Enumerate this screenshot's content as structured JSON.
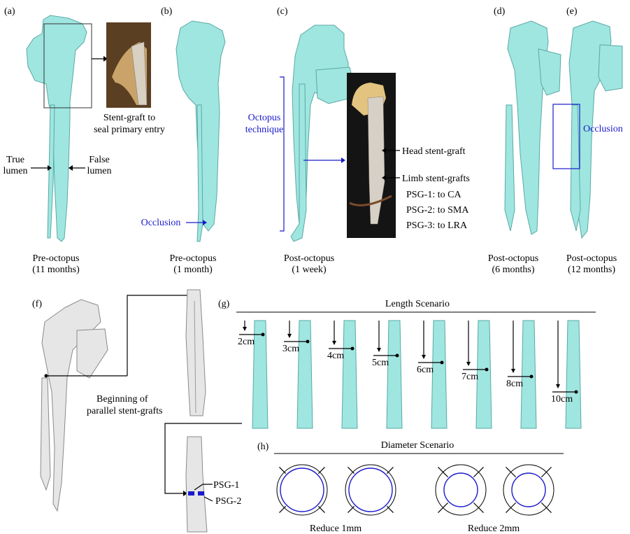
{
  "panels": {
    "a": {
      "label": "(a)",
      "caption_line1": "Pre-octopus",
      "caption_line2": "(11 months)",
      "inset_line1": "Stent-graft to",
      "inset_line2": "seal primary entry",
      "true_lumen_1": "True",
      "true_lumen_2": "lumen",
      "false_lumen_1": "False",
      "false_lumen_2": "lumen"
    },
    "b": {
      "label": "(b)",
      "caption_line1": "Pre-octopus",
      "caption_line2": "(1 month)",
      "occlusion": "Occlusion"
    },
    "c": {
      "label": "(c)",
      "caption_line1": "Post-octopus",
      "caption_line2": "(1 week)",
      "technique_1": "Octopus",
      "technique_2": "technique",
      "head": "Head stent-graft",
      "limb": "Limb stent-grafts",
      "psg1": "PSG-1: to CA",
      "psg2": "PSG-2: to SMA",
      "psg3": "PSG-3: to LRA"
    },
    "d": {
      "label": "(d)",
      "caption_line1": "Post-octopus",
      "caption_line2": "(6 months)"
    },
    "e": {
      "label": "(e)",
      "caption_line1": "Post-octopus",
      "caption_line2": "(12 months)",
      "occlusion": "Occlusion"
    },
    "f": {
      "label": "(f)",
      "beginning_1": "Beginning of",
      "beginning_2": "parallel stent-grafts",
      "psg1": "PSG-1",
      "psg2": "PSG-2"
    },
    "g": {
      "label": "(g)",
      "title": "Length Scenario",
      "lengths": [
        "2cm",
        "3cm",
        "4cm",
        "5cm",
        "6cm",
        "7cm",
        "8cm",
        "10cm"
      ]
    },
    "h": {
      "label": "(h)",
      "title": "Diameter Scenario",
      "reduce1": "Reduce 1mm",
      "reduce2": "Reduce 2mm"
    }
  },
  "colors": {
    "vessel": "#9fe6e0",
    "annotation_blue": "#1a1acc",
    "grey_model": "#e6e6e6"
  }
}
